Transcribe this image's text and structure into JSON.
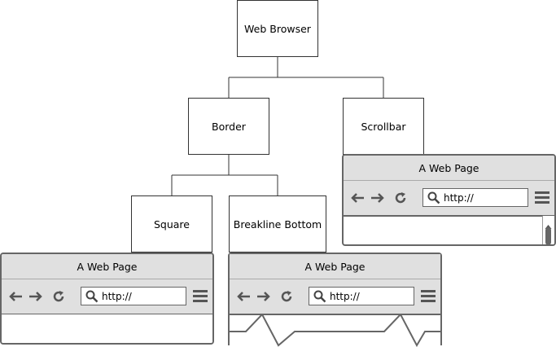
{
  "nodes": {
    "web_browser": "Web Browser",
    "border": "Border",
    "scrollbar": "Scrollbar",
    "square": "Square",
    "breakline_bottom": "Breakline Bottom"
  },
  "browser_mockups": [
    {
      "title": "A Web Page",
      "url": "http://",
      "example_of": "Scrollbar"
    },
    {
      "title": "A Web Page",
      "url": "http://",
      "example_of": "Square"
    },
    {
      "title": "A Web Page",
      "url": "http://",
      "example_of": "Breakline Bottom"
    }
  ],
  "icons": [
    "back-arrow-icon",
    "forward-arrow-icon",
    "reload-icon",
    "search-icon",
    "hamburger-menu-icon"
  ],
  "colors": {
    "chrome": "#e0e0e0",
    "frame": "#666666",
    "line": "#333333"
  }
}
